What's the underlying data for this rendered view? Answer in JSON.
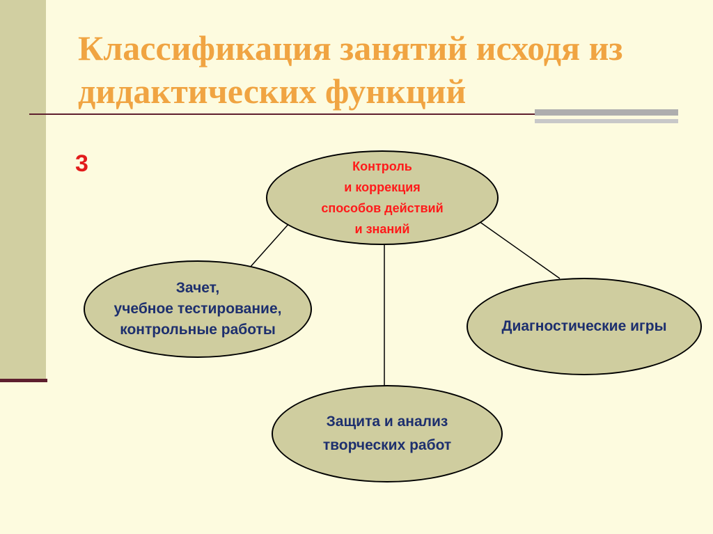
{
  "slide": {
    "title": "Классификация занятий исходя из дидактических функций",
    "number": "3"
  },
  "diagram": {
    "center": {
      "text": "Контроль\nи коррекция\nспособов действий\nи знаний",
      "color": "#ff1a1a"
    },
    "left": {
      "text": "Зачет,\nучебное тестирование,\nконтрольные работы",
      "color": "#1d2f6e"
    },
    "right": {
      "text": "Диагностические игры",
      "color": "#1d2f6e"
    },
    "bottom": {
      "text": "Защита и анализ\nтворческих работ",
      "color": "#1d2f6e"
    }
  },
  "colors": {
    "background": "#fdfbdf",
    "title": "#f0a442",
    "node_fill": "#cfcd9f",
    "accent_bar": "#d1cfa1",
    "rule": "#5e1f2e"
  }
}
